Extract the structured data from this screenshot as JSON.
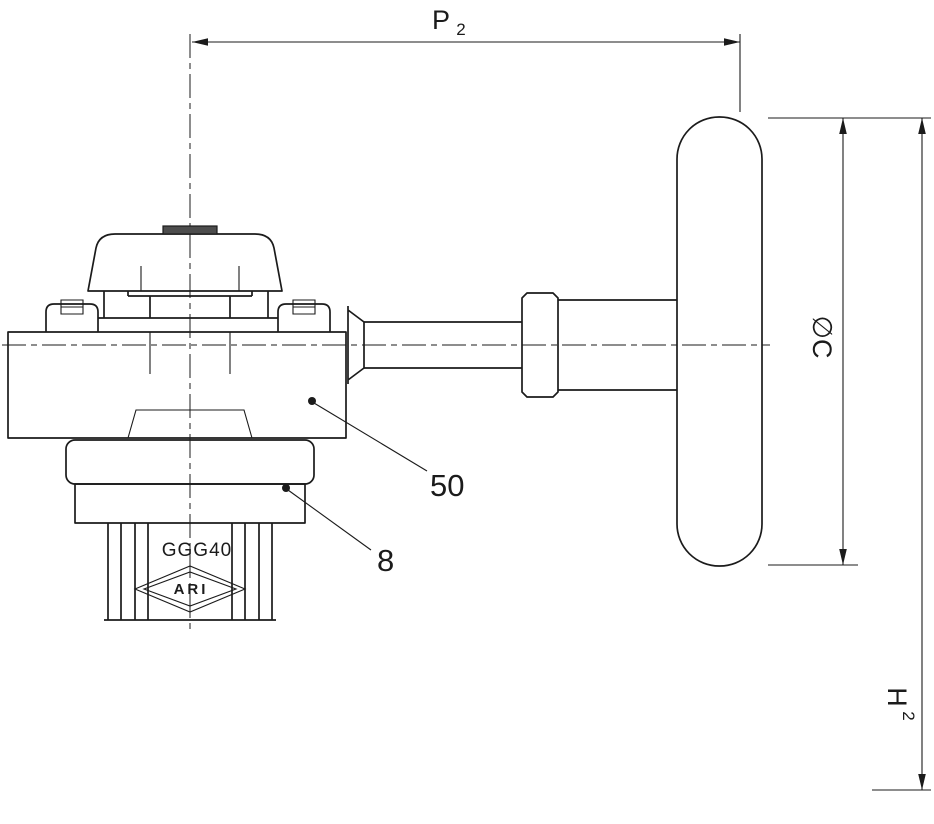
{
  "colors": {
    "line": "#1b1b1b",
    "background": "#ffffff"
  },
  "drawing": {
    "dimension_labels": {
      "p2": {
        "main": "P",
        "sub": "2"
      },
      "diameter_c": {
        "text": "∅C"
      },
      "h2": {
        "main": "H",
        "sub": "2"
      }
    },
    "part_callouts": [
      {
        "label": "50"
      },
      {
        "label": "8"
      }
    ],
    "material_label": "GGG40",
    "logo_text": "ARI"
  }
}
